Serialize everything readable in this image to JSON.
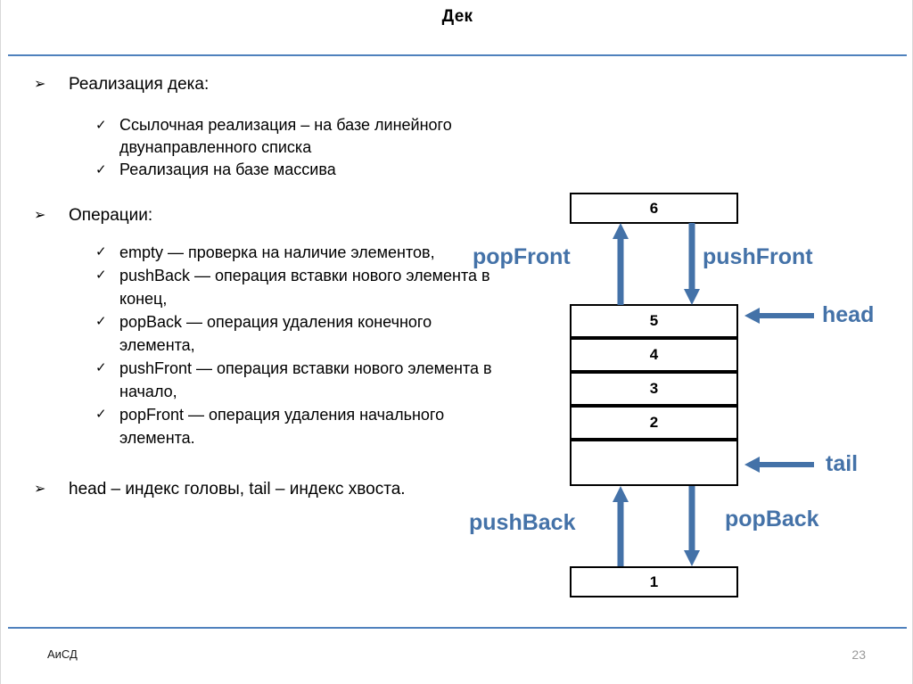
{
  "slide": {
    "title": "Дек",
    "footer_left": "АиСД",
    "page_number": "23",
    "accent_color": "#4f81bd",
    "label_color": "#4472a8"
  },
  "content": {
    "bullet_impl": "Реализация дека:",
    "impl_items": [
      "Ссылочная реализация – на базе линейного двунаправленного списка",
      "Реализация на базе массива"
    ],
    "bullet_ops": "Операции:",
    "ops_items": [
      "empty — проверка на наличие элементов,",
      "pushBack — операция вставки нового элемента в конец,",
      "popBack — операция удаления конечного элемента,",
      "pushFront — операция вставки нового элемента в начало,",
      "popFront — операция удаления начального элемента."
    ],
    "bullet_headtail": "head – индекс головы, tail – индекс хвоста.",
    "marker_level1": "➢",
    "marker_level2": "✓"
  },
  "diagram": {
    "top_cell": "6",
    "stack_cells": [
      "5",
      "4",
      "3",
      "2",
      ""
    ],
    "bottom_cell": "1",
    "labels": {
      "pop_front": "popFront",
      "push_front": "pushFront",
      "push_back": "pushBack",
      "pop_back": "popBack",
      "head": "head",
      "tail": "tail"
    }
  }
}
